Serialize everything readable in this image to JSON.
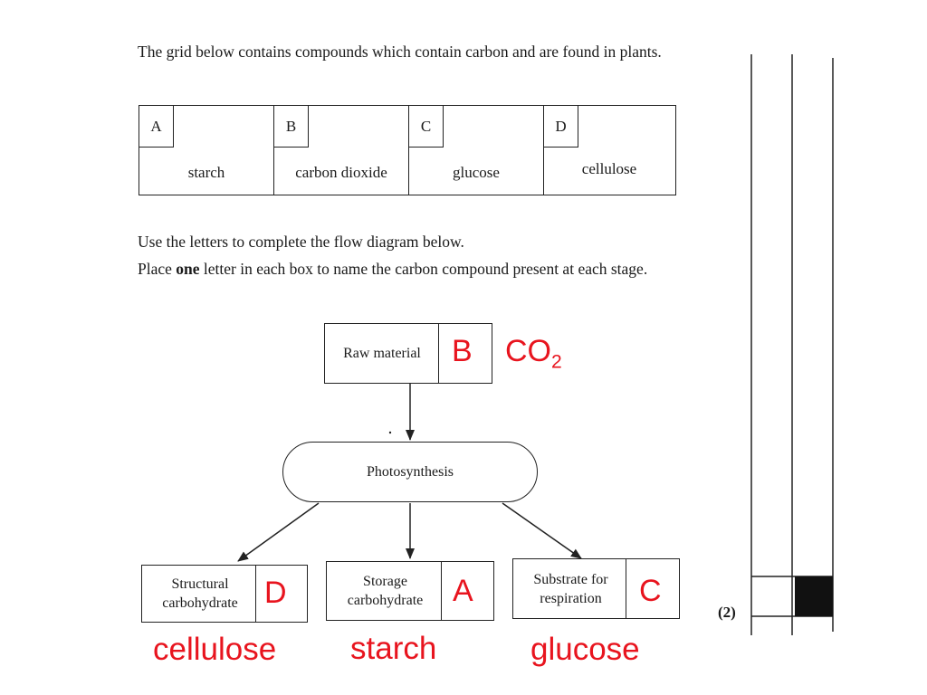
{
  "intro": "The grid below contains compounds which contain carbon and are found in plants.",
  "grid": [
    {
      "letter": "A",
      "compound": "starch"
    },
    {
      "letter": "B",
      "compound": "carbon dioxide"
    },
    {
      "letter": "C",
      "compound": "glucose"
    },
    {
      "letter": "D",
      "compound": "cellulose"
    }
  ],
  "instructions": {
    "line1": "Use the letters to complete the flow diagram below.",
    "line2_before": "Place ",
    "line2_bold": "one",
    "line2_after": " letter in each box to name the carbon compound present at each stage."
  },
  "flow": {
    "raw_material": {
      "label": "Raw material",
      "answer": "B",
      "note_main": "CO",
      "note_sub": "2"
    },
    "process": "Photosynthesis",
    "outputs": [
      {
        "label_line1": "Structural",
        "label_line2": "carbohydrate",
        "answer": "D",
        "name": "cellulose"
      },
      {
        "label_line1": "Storage",
        "label_line2": "carbohydrate",
        "answer": "A",
        "name": "starch"
      },
      {
        "label_line1": "Substrate for",
        "label_line2": "respiration",
        "answer": "C",
        "name": "glucose"
      }
    ]
  },
  "marks": "(2)",
  "colors": {
    "answer": "#e8141e",
    "ink": "#1a1a1a"
  }
}
